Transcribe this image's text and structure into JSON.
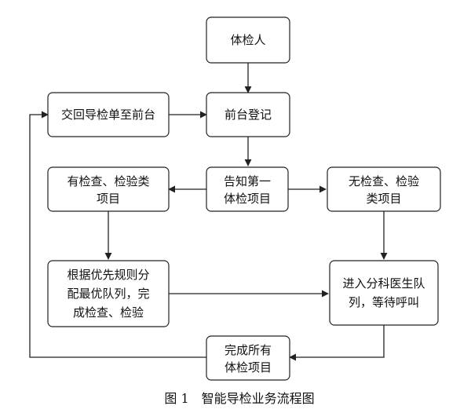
{
  "nodes": {
    "examinee": {
      "lines": [
        "体检人"
      ]
    },
    "return_sheet": {
      "lines": [
        "交回导检单至前台"
      ]
    },
    "front_desk": {
      "lines": [
        "前台登记"
      ]
    },
    "has_exam": {
      "lines": [
        "有检查、检验类",
        "项目"
      ]
    },
    "notify_first": {
      "lines": [
        "告知第一",
        "体检项目"
      ]
    },
    "no_exam": {
      "lines": [
        "无检查、检验",
        "类项目"
      ]
    },
    "allocate": {
      "lines": [
        "根据优先规则分",
        "配最优队列，完",
        "成检查、检验"
      ]
    },
    "enter_queue": {
      "lines": [
        "进入分科医生队",
        "列，等待呼叫"
      ]
    },
    "complete_all": {
      "lines": [
        "完成所有",
        "体检项目"
      ]
    }
  },
  "caption": "图 1　智能导检业务流程图"
}
